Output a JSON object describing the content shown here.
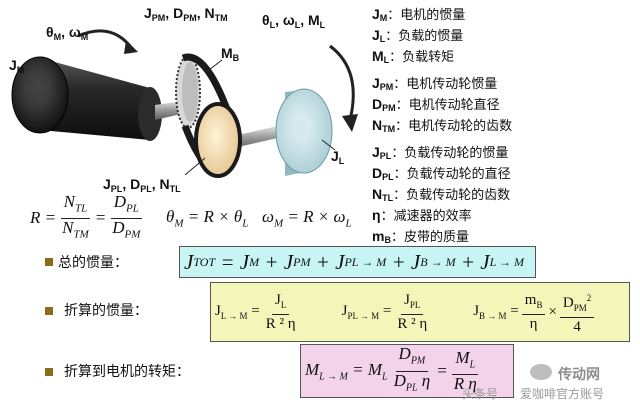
{
  "diagram": {
    "labels": {
      "theta_omega_m": "θM, ωM",
      "j_m": "JM",
      "jdn_pm": "JPM, DPM, NTM",
      "m_b": "MB",
      "theta_omega_ml": "θL, ωL, ML",
      "j_l": "JL",
      "jdn_pl": "JPL, DPL, NTL"
    }
  },
  "legend": [
    {
      "sym": "JM",
      "desc": "：电机的惯量"
    },
    {
      "sym": "JL",
      "desc": "：负载的惯量"
    },
    {
      "sym": "ML",
      "desc": "：负载转矩"
    },
    {
      "sym": "JPM",
      "desc": "：电机传动轮惯量"
    },
    {
      "sym": "DPM",
      "desc": "：电机传动轮直径"
    },
    {
      "sym": "NTM",
      "desc": "：电机传动轮的齿数"
    },
    {
      "sym": "JPL",
      "desc": "：负载传动轮的惯量"
    },
    {
      "sym": "DPL",
      "desc": "：负载传动轮的直径"
    },
    {
      "sym": "NTL",
      "desc": "：负载传动轮的齿数"
    },
    {
      "sym": "η",
      "desc": "：减速器的效率"
    },
    {
      "sym": "mB",
      "desc": "：皮带的质量"
    }
  ],
  "formula": {
    "ratio": "R = NTL / NTM = DPL / DPM",
    "theta": "θM = R × θL",
    "omega": "ωM = R × ωL"
  },
  "sections": {
    "total_inertia_label": "总的惯量：",
    "total_inertia_formula": "JTOT = JM + JPM + JPL → M + JB → M + JL → M",
    "converted_inertia_label": "折算的惯量：",
    "converted_inertia_formulas": [
      "JL → M = JL / (R²η)",
      "JPL → M = JPL / (R²η)",
      "JB → M = mB / η × DPM² / 4"
    ],
    "converted_torque_label": "折算到电机的转矩：",
    "converted_torque_formula": "ML → M = ML · DPM / (DPL η) = ML / (R η)"
  },
  "watermark": {
    "left": "头条号",
    "right": "爱咖啡官方账号",
    "brand": "传动网"
  },
  "colors": {
    "total_box": "#c6f5f3",
    "converted_box": "#f3f6b8",
    "torque_box": "#f3d3ea",
    "bullet": "#8a6d1c"
  }
}
